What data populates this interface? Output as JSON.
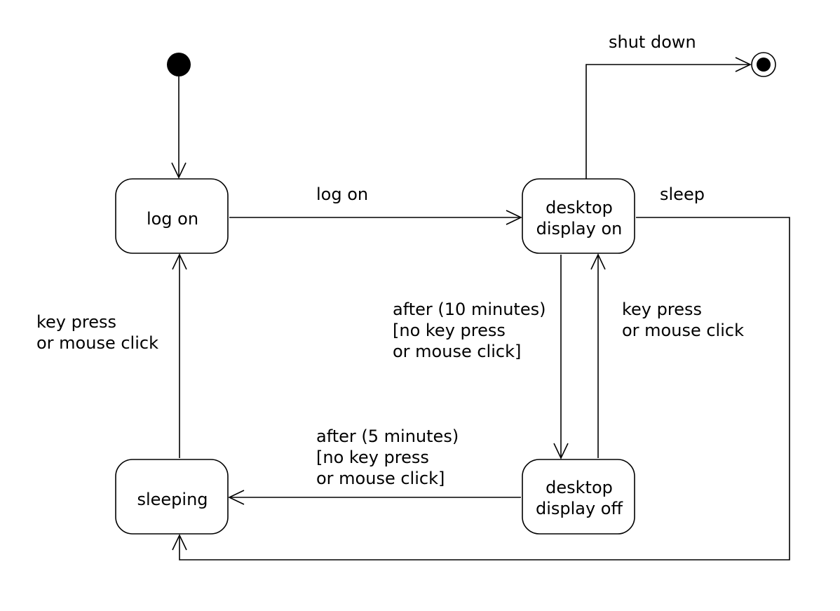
{
  "states": {
    "log_on": {
      "lines": [
        "log on"
      ]
    },
    "desktop_on": {
      "lines": [
        "desktop",
        "display on"
      ]
    },
    "desktop_off": {
      "lines": [
        "desktop",
        "display off"
      ]
    },
    "sleeping": {
      "lines": [
        "sleeping"
      ]
    }
  },
  "transitions": {
    "shut_down": {
      "lines": [
        "shut down"
      ]
    },
    "log_on": {
      "lines": [
        "log on"
      ]
    },
    "sleep": {
      "lines": [
        "sleep"
      ]
    },
    "after_10": {
      "lines": [
        "after (10 minutes)",
        "[no key press",
        "or mouse click]"
      ]
    },
    "wake_display": {
      "lines": [
        "key press",
        "or mouse click"
      ]
    },
    "after_5": {
      "lines": [
        "after (5 minutes)",
        "[no key press",
        "or mouse click]"
      ]
    },
    "wake_sleep": {
      "lines": [
        "key press",
        "or mouse click"
      ]
    }
  }
}
